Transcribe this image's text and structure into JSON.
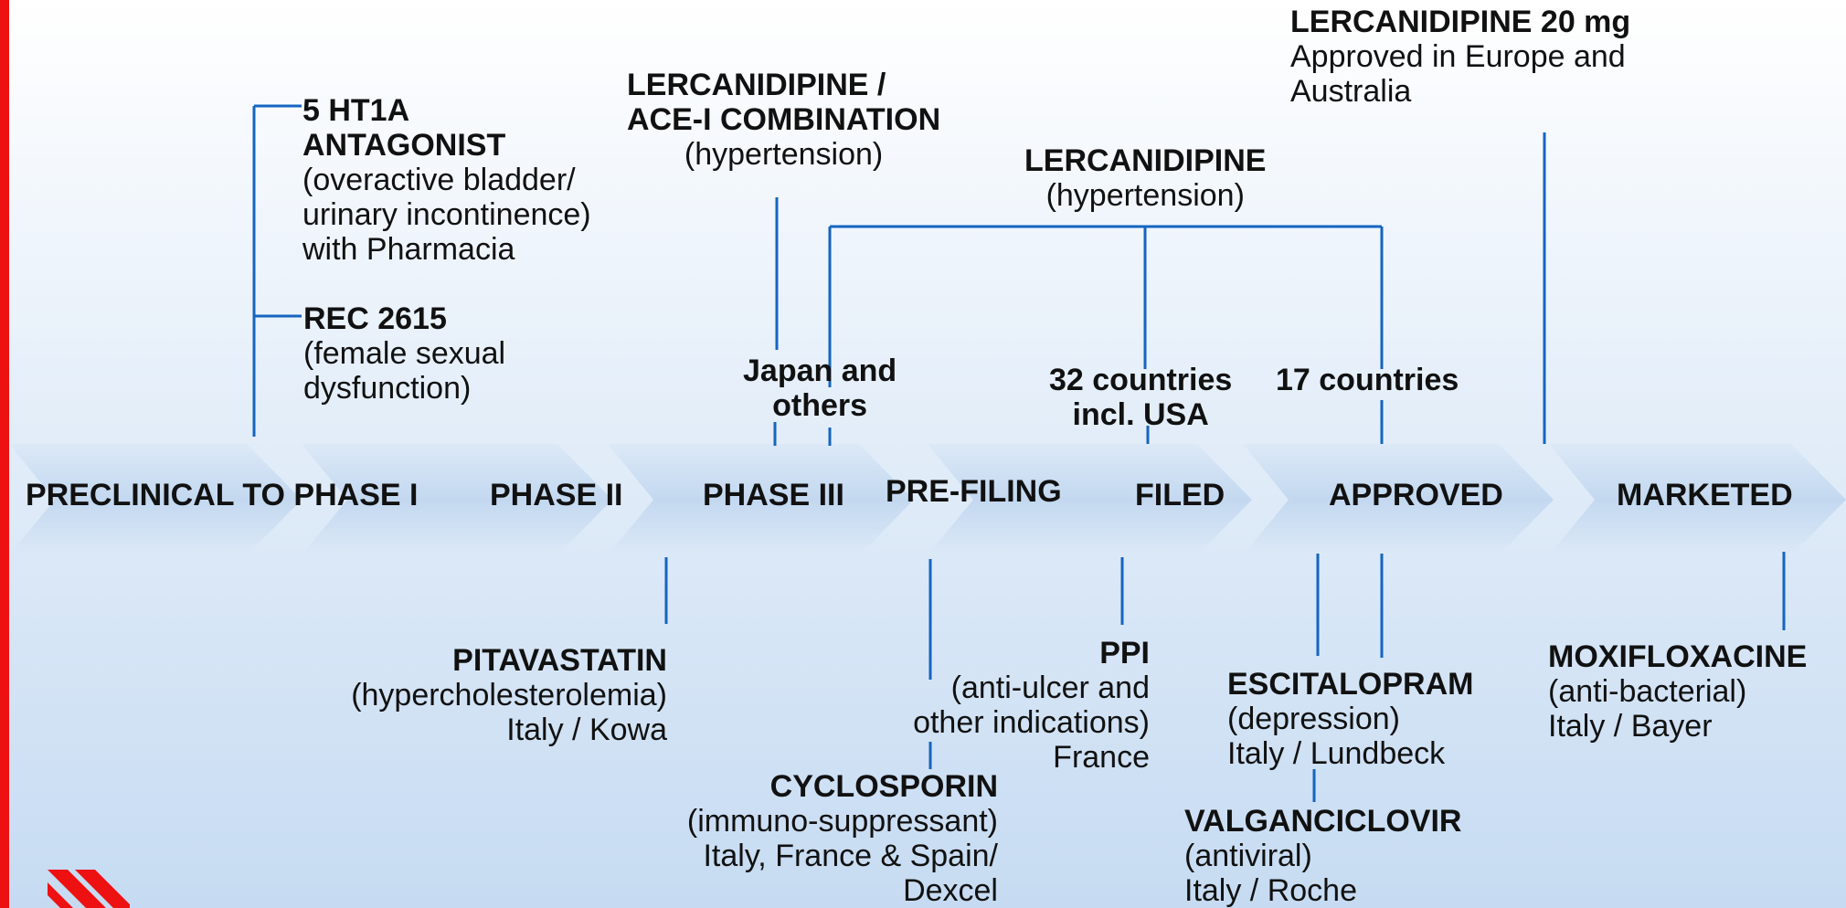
{
  "stages": [
    "PRECLINICAL TO PHASE I",
    "PHASE II",
    "PHASE III",
    "PRE-FILING",
    "FILED",
    "APPROVED",
    "MARKETED"
  ],
  "countries": {
    "japan": [
      "Japan and",
      "others"
    ],
    "c32": [
      "32 countries",
      "incl. USA"
    ],
    "c17": "17 countries"
  },
  "products": {
    "ht1a": {
      "title": [
        "5 HT1A",
        "ANTAGONIST"
      ],
      "lines": [
        "(overactive bladder/",
        "urinary incontinence)",
        "with Pharmacia"
      ]
    },
    "rec": {
      "title": "REC 2615",
      "lines": [
        "(female sexual",
        "dysfunction)"
      ]
    },
    "ler_ace": {
      "title": [
        "LERCANIDIPINE /",
        "ACE-I COMBINATION"
      ],
      "lines": [
        "(hypertension)"
      ]
    },
    "ler": {
      "title": "LERCANIDIPINE",
      "lines": [
        "(hypertension)"
      ]
    },
    "ler20": {
      "title": "LERCANIDIPINE 20 mg",
      "lines": [
        "Approved in Europe and",
        "Australia"
      ]
    },
    "pitava": {
      "title": "PITAVASTATIN",
      "lines": [
        "(hypercholesterolemia)",
        "Italy / Kowa"
      ]
    },
    "ppi": {
      "title": "PPI",
      "lines": [
        "(anti-ulcer and",
        "other indications)",
        "France"
      ]
    },
    "cyclo": {
      "title": "CYCLOSPORIN",
      "lines": [
        "(immuno-suppressant)",
        "Italy, France & Spain/",
        "Dexcel"
      ]
    },
    "escita": {
      "title": "ESCITALOPRAM",
      "lines": [
        "(depression)",
        "Italy / Lundbeck"
      ]
    },
    "valgan": {
      "title": "VALGANCICLOVIR",
      "lines": [
        "(antiviral)",
        "Italy / Roche"
      ]
    },
    "moxi": {
      "title": "MOXIFLOXACINE",
      "lines": [
        "(anti-bacterial)",
        "Italy / Bayer"
      ]
    }
  },
  "colors": {
    "line": "#1565c0",
    "accent": "#ee1111",
    "chevron": "#cfe0f3"
  }
}
